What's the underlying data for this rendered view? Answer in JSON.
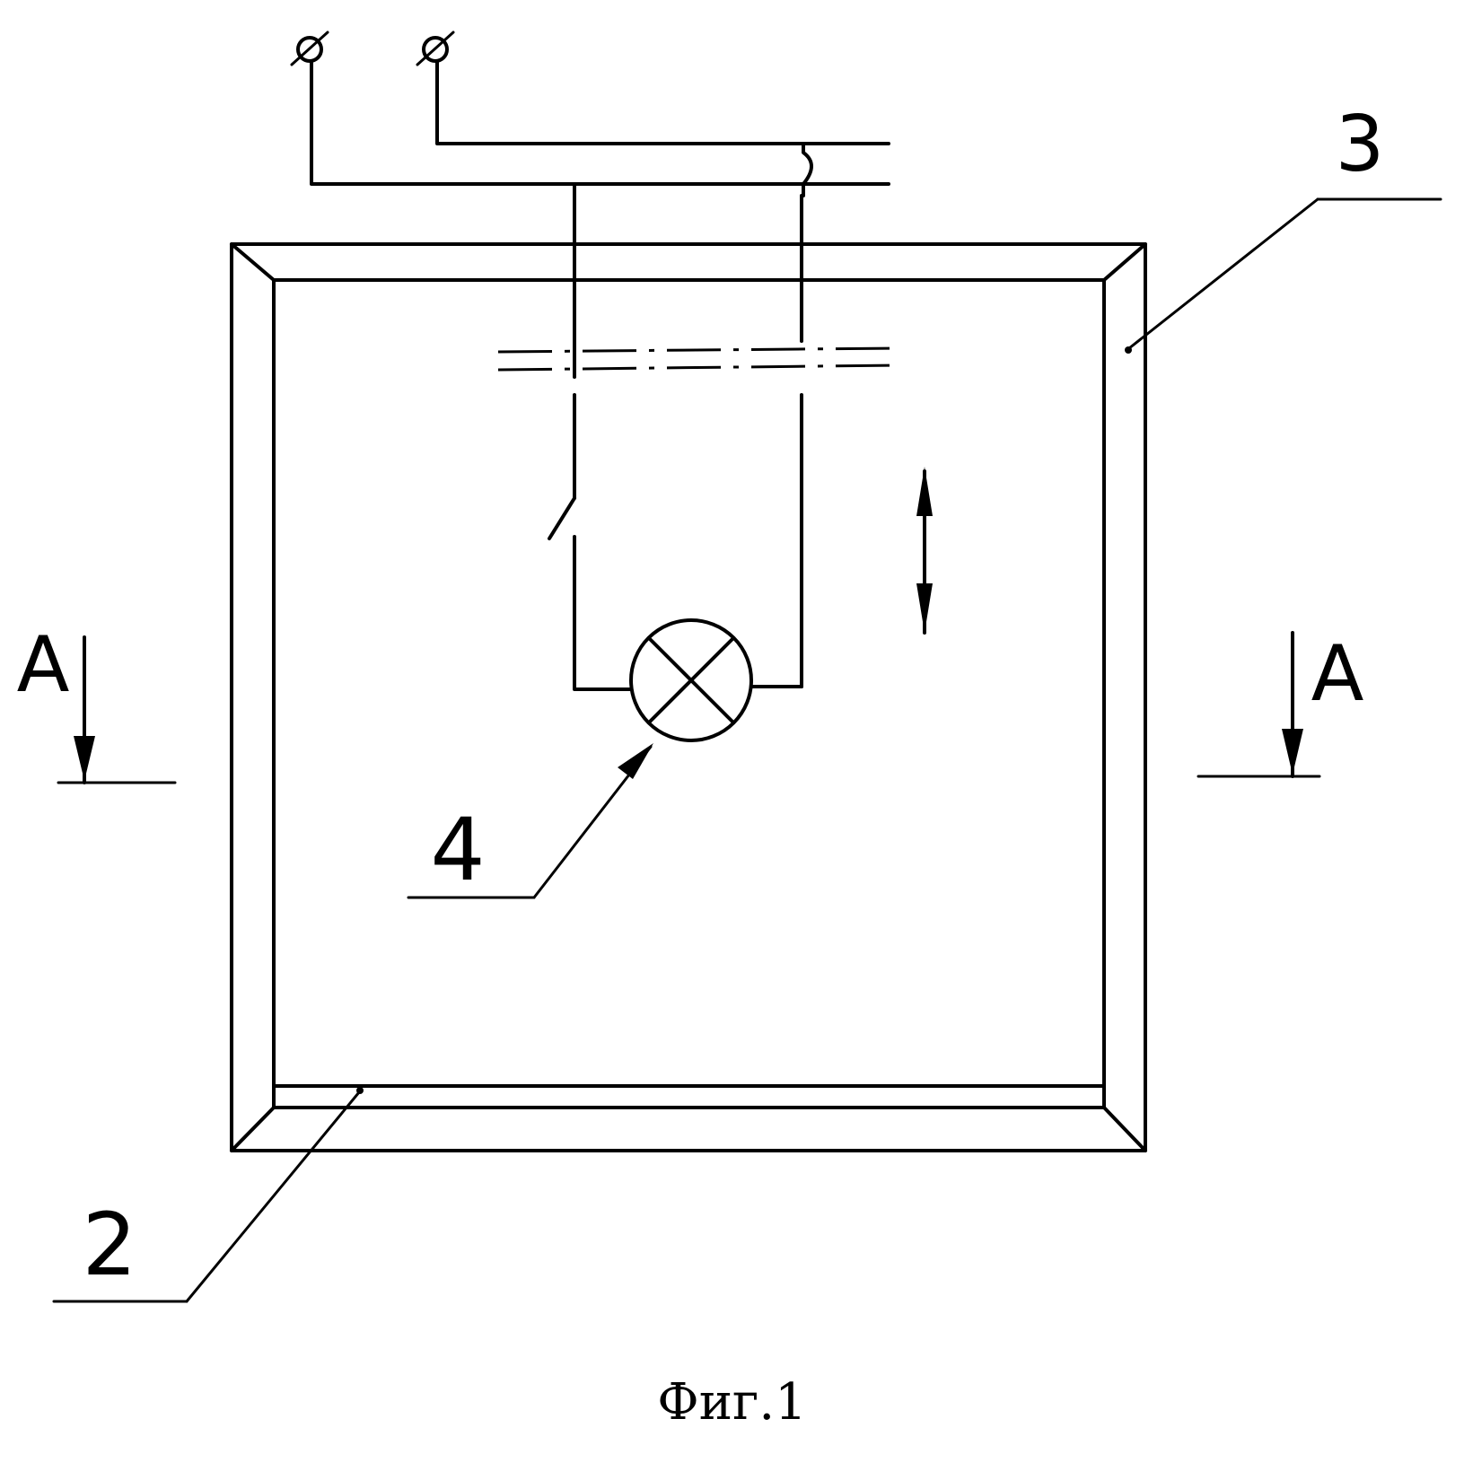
{
  "figure": {
    "caption": "Фиг.1",
    "labels": {
      "panel_ref": "3",
      "frame_ref": "2",
      "lamp_ref": "4",
      "section_left": "A",
      "section_right": "A"
    }
  }
}
